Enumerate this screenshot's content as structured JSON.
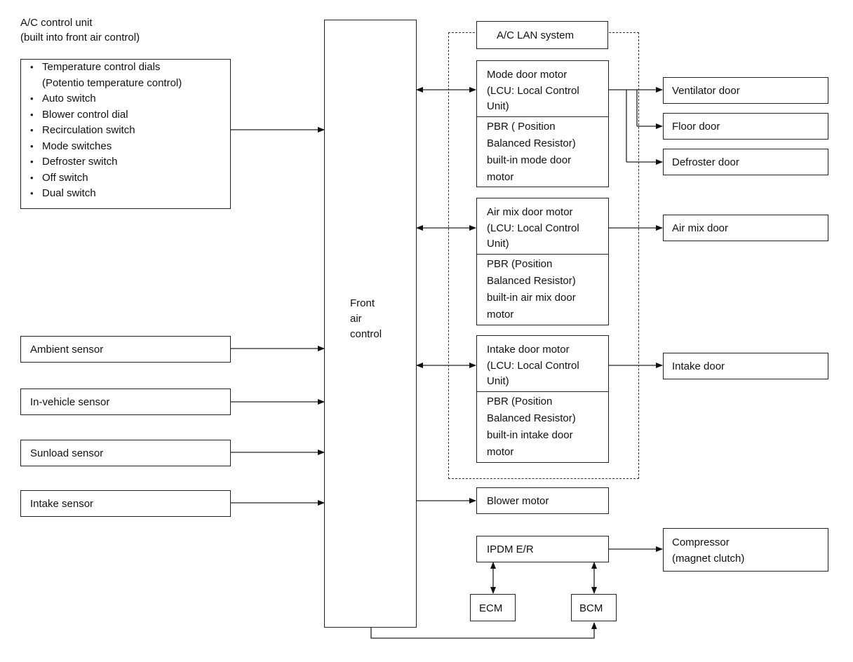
{
  "control_unit": {
    "title": "A/C control unit\n(built into front air control)",
    "items": [
      "Temperature control dials",
      "(Potentio temperature control)",
      "Auto switch",
      "Blower control dial",
      "Recirculation switch",
      "Mode switches",
      "Defroster switch",
      "Off switch",
      "Dual switch"
    ]
  },
  "sensors": {
    "ambient": "Ambient sensor",
    "in_vehicle": "In-vehicle sensor",
    "sunload": "Sunload sensor",
    "intake": "Intake sensor"
  },
  "front_air_control": "Front\nair\ncontrol",
  "lan_system": "A/C LAN system",
  "mode_motor": {
    "lcu": "Mode door motor\n(LCU: Local Control\nUnit)",
    "pbr": "PBR ( Position\nBalanced Resistor)\nbuilt-in mode door\nmotor"
  },
  "airmix_motor": {
    "lcu": "Air mix door motor\n(LCU: Local Control\nUnit)",
    "pbr": "PBR (Position\nBalanced Resistor)\nbuilt-in air mix door\nmotor"
  },
  "intake_motor": {
    "lcu": "Intake door motor\n(LCU: Local Control\nUnit)",
    "pbr": "PBR (Position\nBalanced Resistor)\nbuilt-in intake door\nmotor"
  },
  "doors": {
    "ventilator": "Ventilator door",
    "floor": "Floor door",
    "defroster": "Defroster door",
    "air_mix": "Air mix door",
    "intake": "Intake door"
  },
  "blower_motor": "Blower motor",
  "ipdm": "IPDM E/R",
  "compressor": "Compressor\n(magnet clutch)",
  "ecm": "ECM",
  "bcm": "BCM"
}
